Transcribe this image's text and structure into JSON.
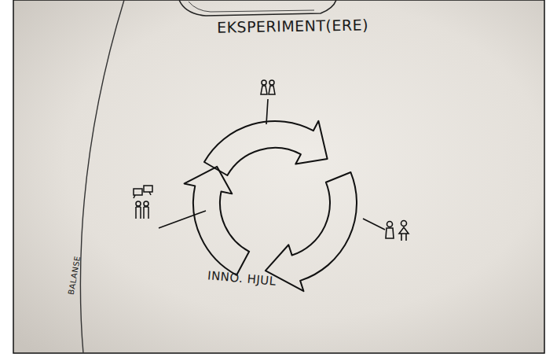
{
  "diagram": {
    "labels": [
      "EKSPERIMENT(ERE)",
      "INNO. HJUL",
      "BALANSE"
    ]
  }
}
